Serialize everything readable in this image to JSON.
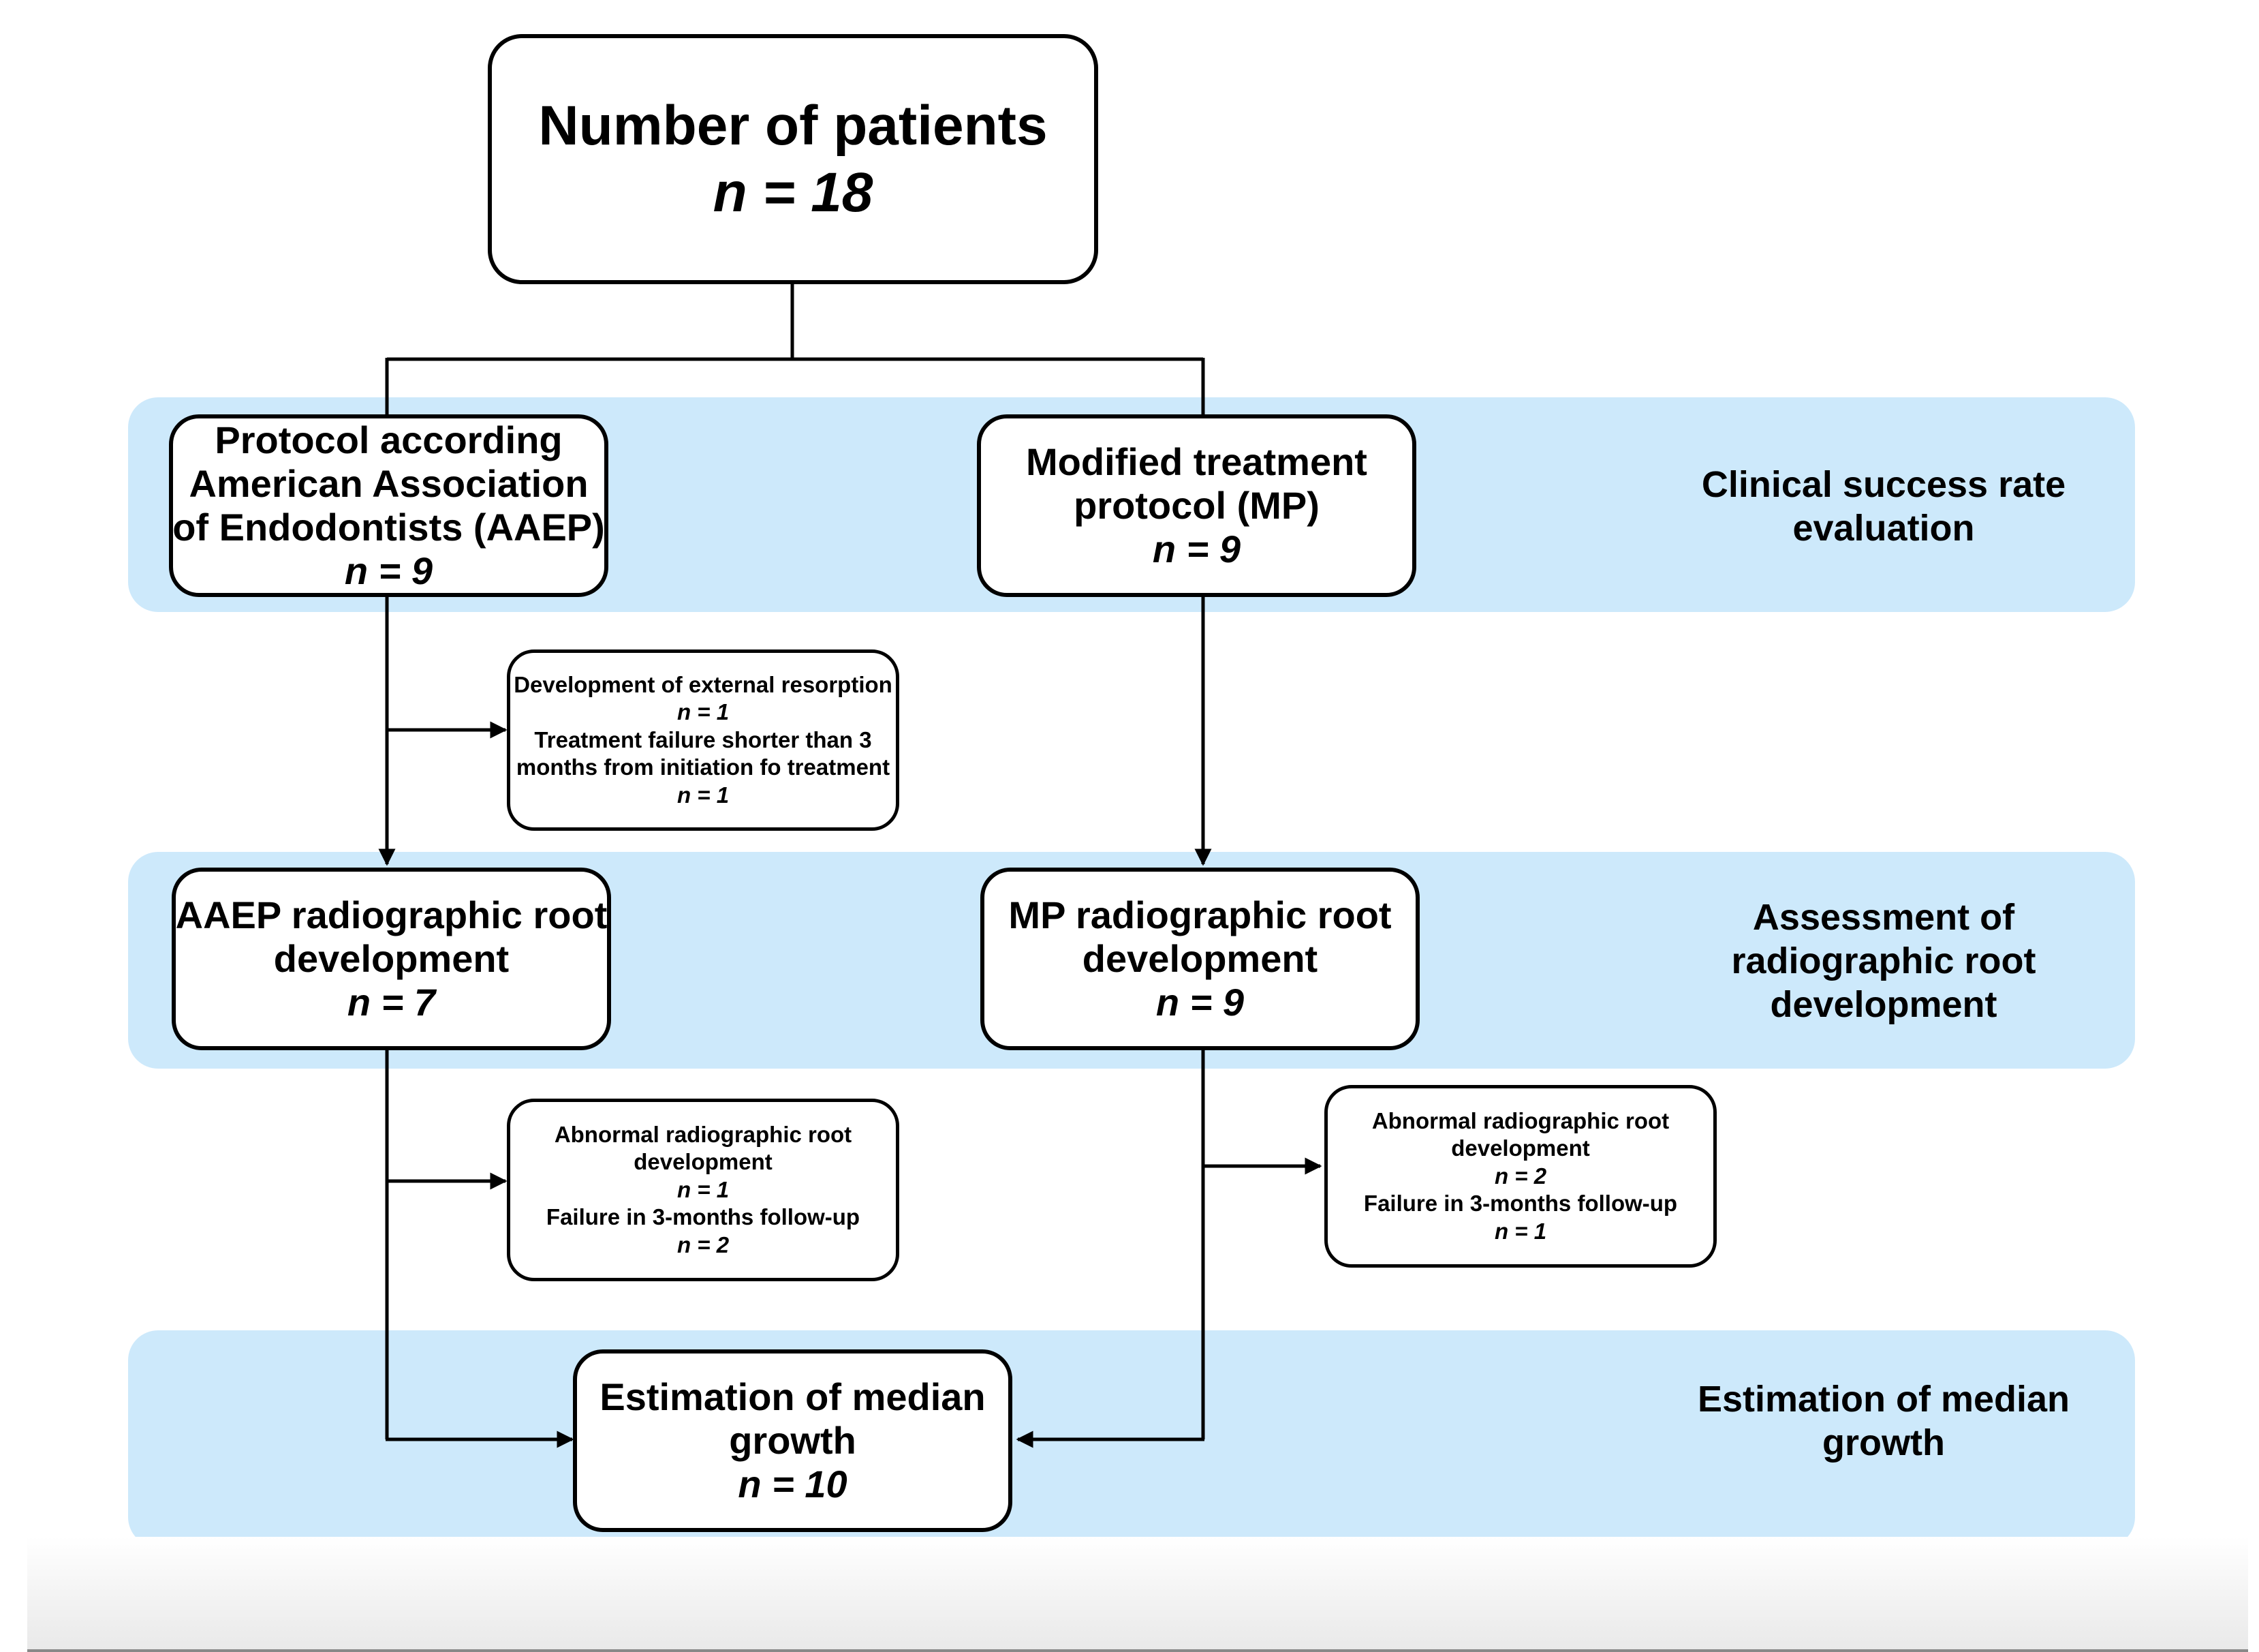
{
  "top": {
    "title": "Number of patients",
    "n": "n = 18"
  },
  "aaep": {
    "lines": [
      "Protocol according",
      "American Association",
      "of Endodontists (AAEP)"
    ],
    "n": "n = 9"
  },
  "mp": {
    "lines": [
      "Modified treatment",
      "protocol (MP)"
    ],
    "n": "n = 9"
  },
  "exclusion_aaep_1": {
    "line1": "Development of external resorption",
    "n1": "n = 1",
    "line2": "Treatment failure shorter than 3",
    "line3": "months from initiation fo treatment",
    "n2": "n = 1"
  },
  "aaep_root": {
    "lines": [
      "AAEP radiographic root",
      "development"
    ],
    "n": "n = 7"
  },
  "mp_root": {
    "lines": [
      "MP radiographic root",
      "development"
    ],
    "n": "n = 9"
  },
  "exclusion_aaep_2": {
    "line1": "Abnormal radiographic root",
    "line2": "development",
    "n1": "n = 1",
    "line3": "Failure in 3-months follow-up",
    "n2": "n = 2"
  },
  "exclusion_mp_2": {
    "line1": "Abnormal radiographic root",
    "line2": "development",
    "n1": "n = 2",
    "line3": "Failure in 3-months follow-up",
    "n2": "n = 1"
  },
  "median": {
    "lines": [
      "Estimation of median",
      "growth"
    ],
    "n": "n = 10"
  },
  "side_labels": {
    "clinical": [
      "Clinical success rate",
      "evaluation"
    ],
    "assessment": [
      "Assessment of",
      "radiographic root",
      "development"
    ],
    "median": [
      "Estimation of median",
      "growth"
    ]
  },
  "colors": {
    "band": "#cde9fb",
    "stroke": "#000000"
  }
}
